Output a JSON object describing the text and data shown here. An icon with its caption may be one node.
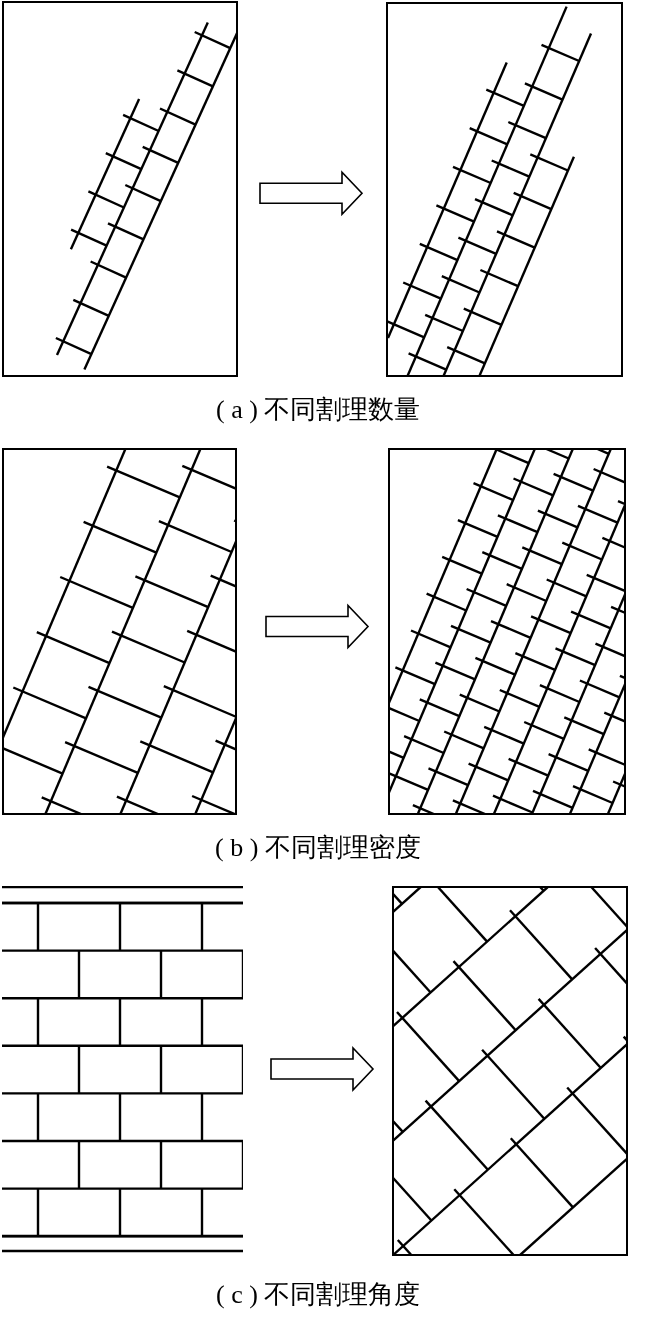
{
  "diagram": {
    "nodes": [
      {
        "text": [],
        "shape": "picture"
      },
      {
        "text": [],
        "shape": "picture"
      },
      {
        "text": [],
        "shape": "picture"
      },
      {
        "text": [],
        "shape": "picture"
      },
      {
        "text": [],
        "shape": "picture"
      },
      {
        "text": [],
        "shape": "picture"
      }
    ],
    "edges": [
      {
        "from": 0,
        "to": 1,
        "arrow": "to"
      },
      {
        "from": 2,
        "to": 3,
        "arrow": "to"
      },
      {
        "from": 4,
        "to": 5,
        "arrow": "to"
      }
    ],
    "labels": [
      "( a ) 不同割理数量",
      "( b ) 不同割理密度",
      "( c ) 不同割理角度"
    ]
  }
}
